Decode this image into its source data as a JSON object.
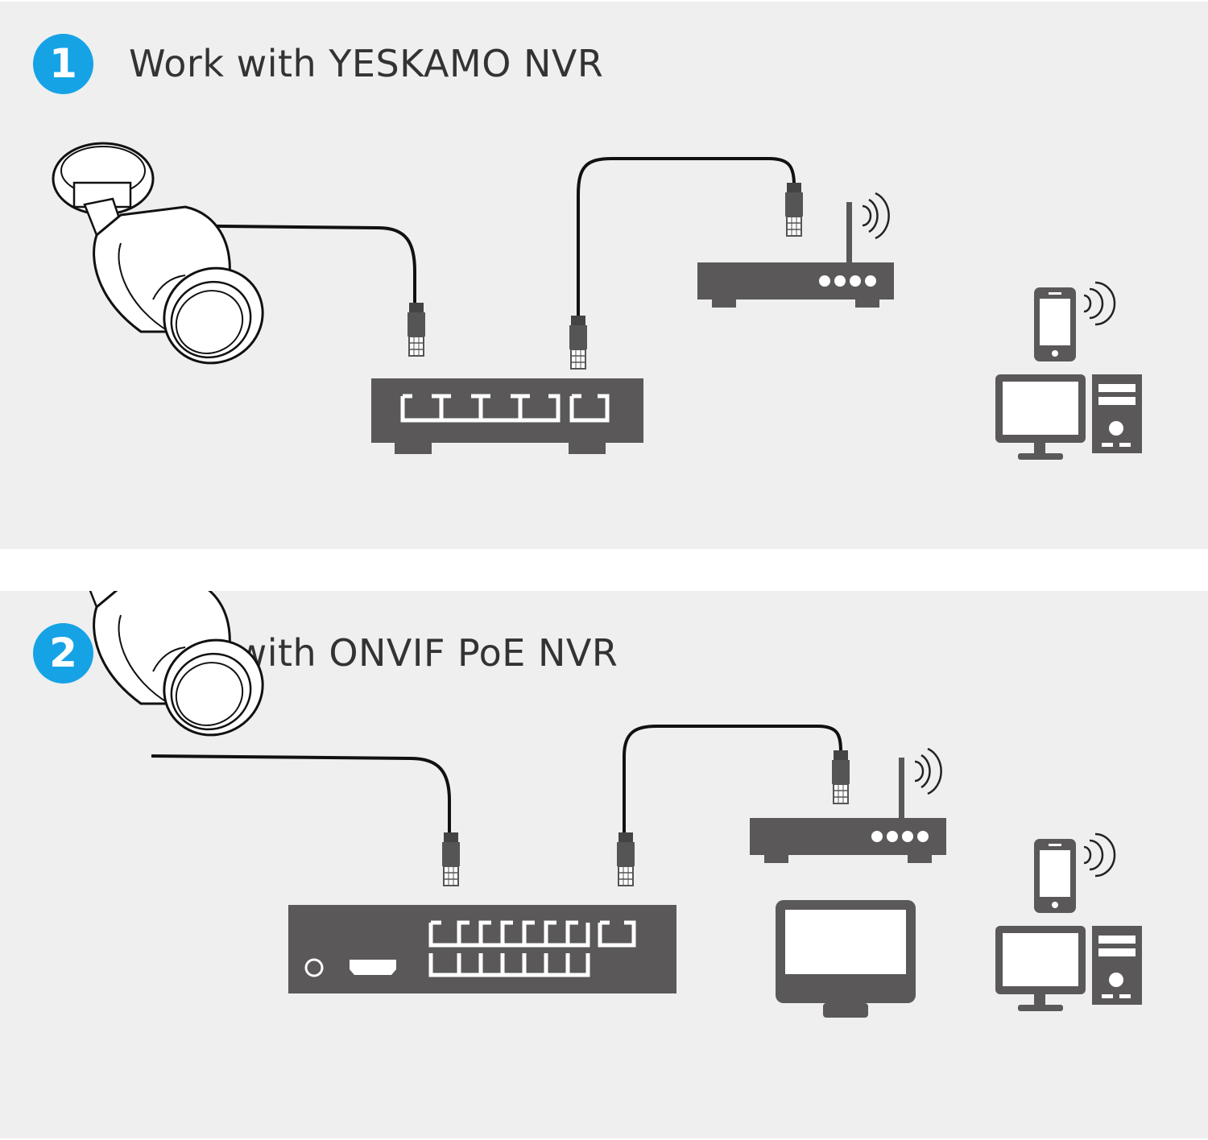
{
  "colors": {
    "accent": "#15a3e6",
    "device": "#5a5858",
    "background": "#efefef",
    "title_text": "#333333"
  },
  "panels": [
    {
      "number": "1",
      "title": "Work with YESKAMO NVR",
      "devices": [
        "bullet-camera-icon",
        "network-switch-icon",
        "router-icon",
        "smartphone-icon",
        "desktop-computer-icon"
      ]
    },
    {
      "number": "2",
      "title": "Work with ONVIF PoE NVR",
      "devices": [
        "bullet-camera-icon",
        "poe-nvr-icon",
        "router-icon",
        "monitor-icon",
        "smartphone-icon",
        "desktop-computer-icon"
      ]
    }
  ]
}
